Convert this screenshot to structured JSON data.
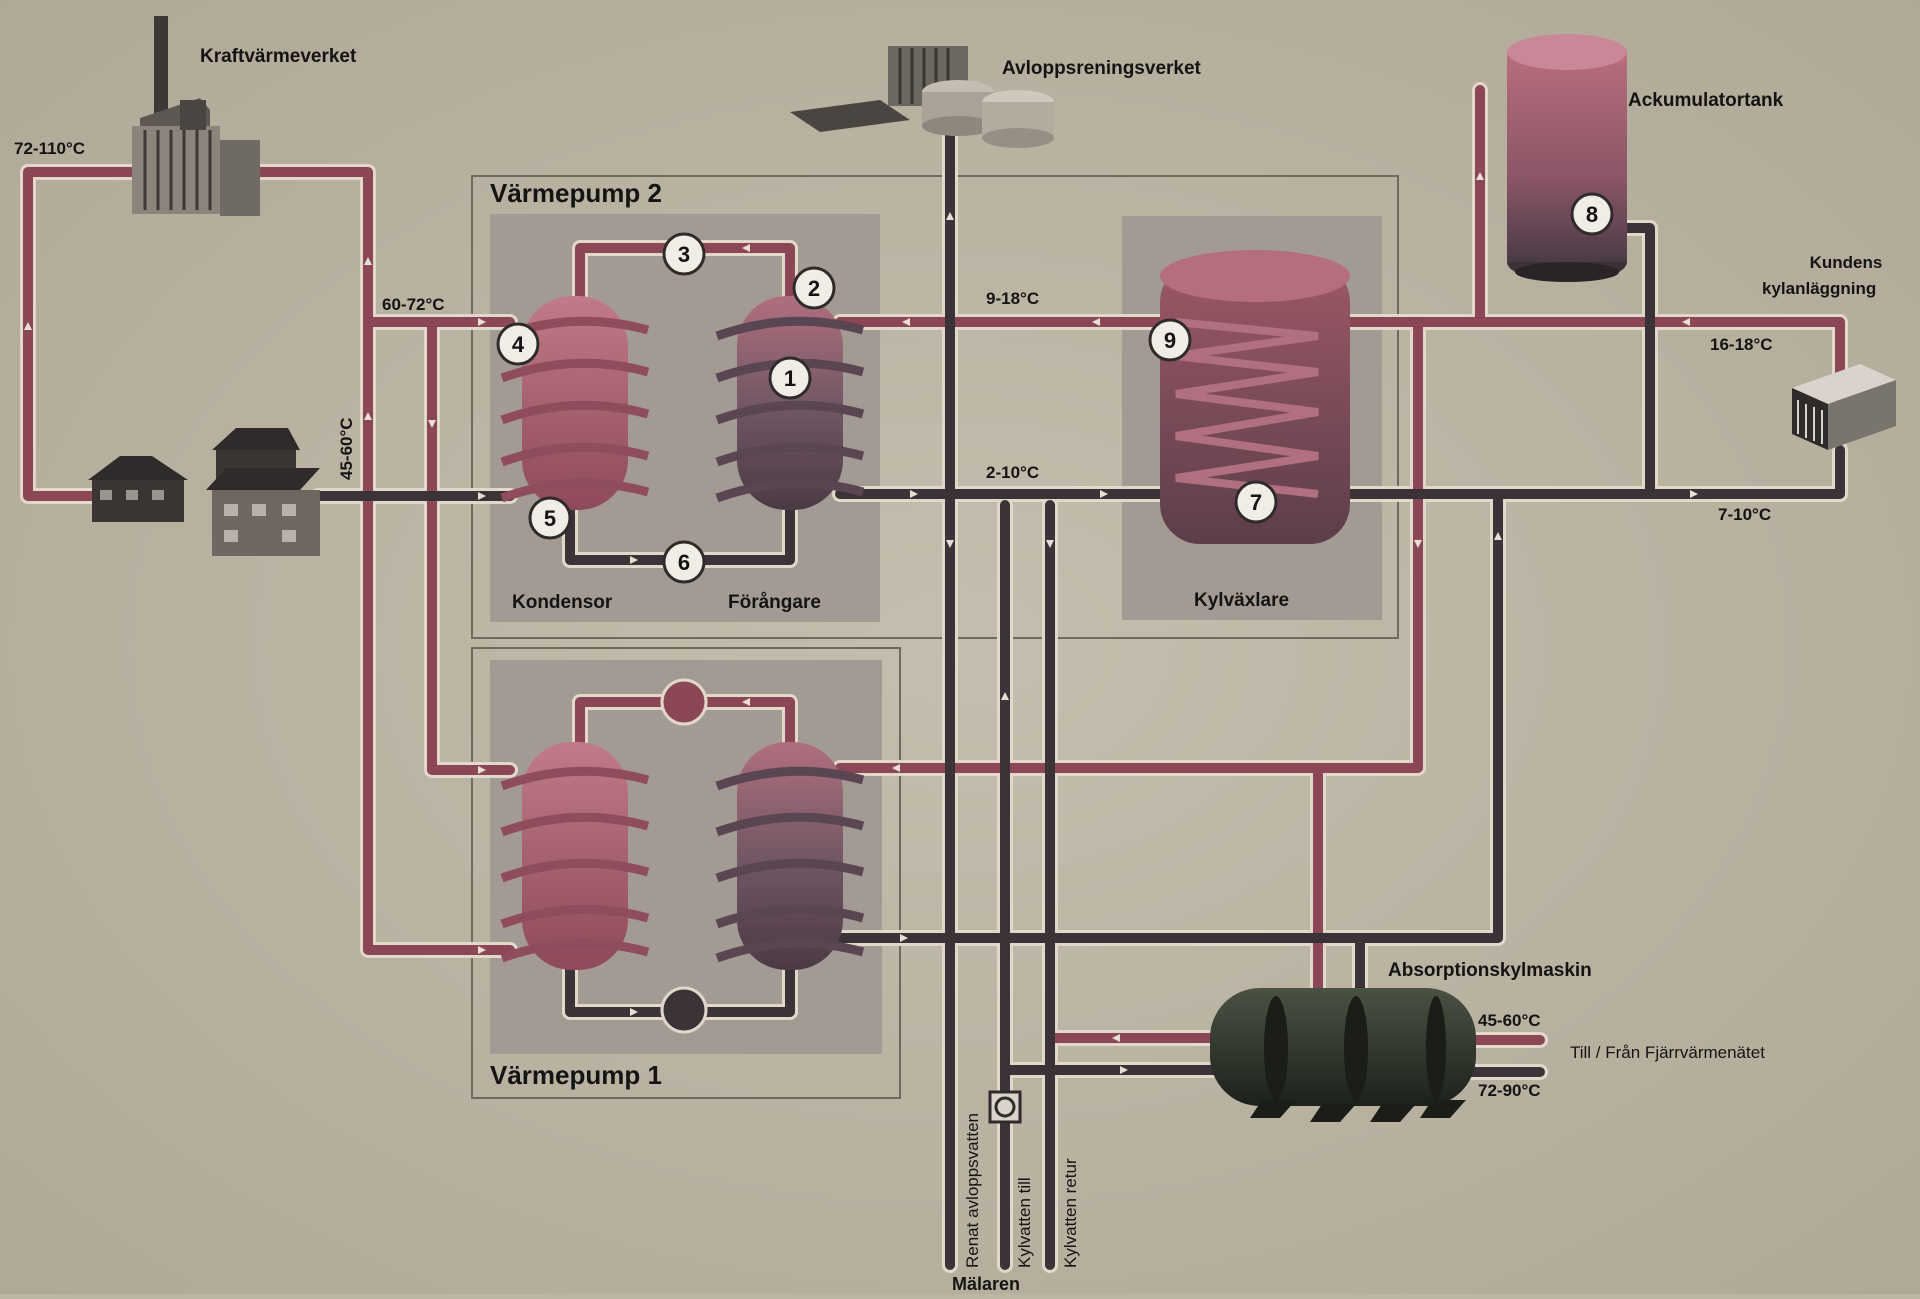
{
  "labels": {
    "kraftvarmeverket": "Kraftvärmeverket",
    "avloppsreningsverket": "Avloppsreningsverket",
    "ackumulatortank": "Ackumulatortank",
    "kundens_line1": "Kundens",
    "kundens_line2": "kylanläggning",
    "varmepump2": "Värmepump 2",
    "varmepump1": "Värmepump 1",
    "kondensor": "Kondensor",
    "forangare": "Förångare",
    "kylvaxlare": "Kylväxlare",
    "absorption": "Absorptionskylmaskin",
    "fjarrvarme": "Till / Från Fjärrvärmenätet",
    "malaren": "Mälaren",
    "renat_avlopp": "Renat avloppsvatten",
    "kylvatten_till": "Kylvatten till",
    "kylvatten_retur": "Kylvatten retur"
  },
  "temperatures": {
    "t_72_110": "72-110°C",
    "t_60_72": "60-72°C",
    "t_45_60_vertical": "45-60°C",
    "t_9_18": "9-18°C",
    "t_2_10": "2-10°C",
    "t_16_18": "16-18°C",
    "t_7_10": "7-10°C",
    "t_45_60_right": "45-60°C",
    "t_72_90": "72-90°C"
  },
  "markers": [
    "1",
    "2",
    "3",
    "4",
    "5",
    "6",
    "7",
    "8",
    "9"
  ],
  "colors": {
    "background": "#bdb5a4",
    "panel": "#a89f96",
    "panel_border": "#6f6a5e",
    "hot_pipe": "#8b4756",
    "cold_pipe": "#3b3338",
    "pipe_outline": "#dfd4c6",
    "tank_hot": "#a7606e",
    "tank_cold": "#5b4a55",
    "absorber": "#2b3027",
    "text": "#141414"
  },
  "icons": [
    "power-plant-icon",
    "treatment-plant-icon",
    "accumulator-tank-icon",
    "customer-cooling-unit-icon",
    "house-icon",
    "condenser-tank-icon",
    "evaporator-tank-icon",
    "cooling-exchanger-tank-icon",
    "absorption-chiller-icon"
  ]
}
